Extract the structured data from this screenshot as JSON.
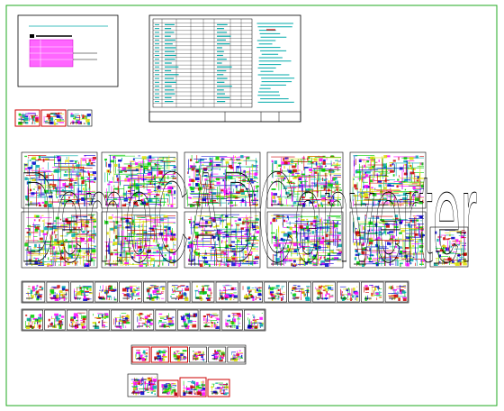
{
  "drawing": {
    "watermark_text": "DemoCADConverter",
    "frame_color": "#22aa22",
    "sheet_border_color": "#000000",
    "title_block_color": "#ff00ff",
    "plan_line_colors": [
      "#00aaaa",
      "#00cc00",
      "#dddd00",
      "#0000cc",
      "#cc0000",
      "#ff00ff"
    ],
    "highlight_thumb_color": "#cc0000"
  },
  "title_sheet": {
    "heading": "图 纸 目 录",
    "table_rows": 22
  },
  "sheet_groups": {
    "large_plans_row1": 5,
    "large_plans_row2": 6,
    "medium_plans_row1": 16,
    "medium_plans_row2": 11,
    "small_details_row1": 6,
    "small_details_row2": 4,
    "cover_thumbs": 3
  }
}
